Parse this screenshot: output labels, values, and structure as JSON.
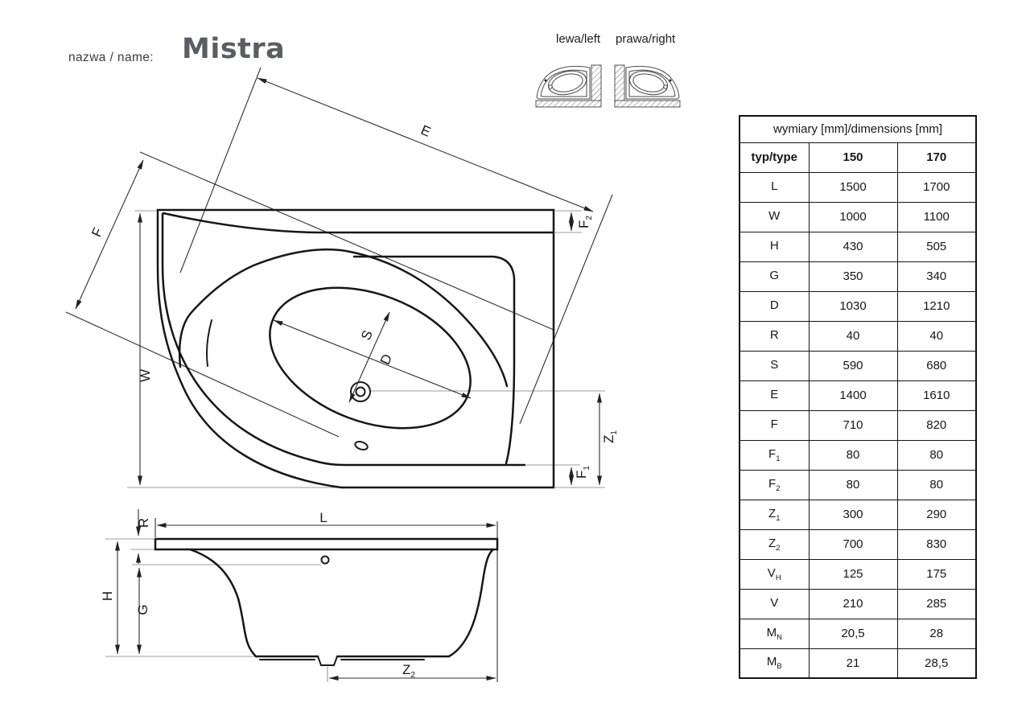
{
  "header": {
    "label": "nazwa / name:",
    "product_name": "Mistra"
  },
  "variants": {
    "left_label": "lewa/left",
    "right_label": "prawa/right"
  },
  "palette": {
    "ink": "#161616",
    "dim_line": "#2e2e2e",
    "extension_gray": "#9b9b9b",
    "title_gray": "#5a5e62",
    "hatch": "#777777",
    "background": "#ffffff"
  },
  "drawing": {
    "top_view_labels": {
      "E": "E",
      "F": "F",
      "W": "W",
      "S": "S",
      "D": "D",
      "Z1": {
        "main": "Z",
        "sub": "1"
      },
      "F1": {
        "main": "F",
        "sub": "1"
      },
      "F2": {
        "main": "F",
        "sub": "2"
      }
    },
    "side_view_labels": {
      "R": "R",
      "L": "L",
      "H": "H",
      "G": "G",
      "Z2": {
        "main": "Z",
        "sub": "2"
      }
    }
  },
  "table": {
    "title": "wymiary [mm]/dimensions [mm]",
    "columns": [
      "typ/type",
      "150",
      "170"
    ],
    "rows": [
      {
        "p": "L",
        "sub": "",
        "v150": "1500",
        "v170": "1700"
      },
      {
        "p": "W",
        "sub": "",
        "v150": "1000",
        "v170": "1100"
      },
      {
        "p": "H",
        "sub": "",
        "v150": "430",
        "v170": "505"
      },
      {
        "p": "G",
        "sub": "",
        "v150": "350",
        "v170": "340"
      },
      {
        "p": "D",
        "sub": "",
        "v150": "1030",
        "v170": "1210"
      },
      {
        "p": "R",
        "sub": "",
        "v150": "40",
        "v170": "40"
      },
      {
        "p": "S",
        "sub": "",
        "v150": "590",
        "v170": "680"
      },
      {
        "p": "E",
        "sub": "",
        "v150": "1400",
        "v170": "1610"
      },
      {
        "p": "F",
        "sub": "",
        "v150": "710",
        "v170": "820"
      },
      {
        "p": "F",
        "sub": "1",
        "v150": "80",
        "v170": "80"
      },
      {
        "p": "F",
        "sub": "2",
        "v150": "80",
        "v170": "80"
      },
      {
        "p": "Z",
        "sub": "1",
        "v150": "300",
        "v170": "290"
      },
      {
        "p": "Z",
        "sub": "2",
        "v150": "700",
        "v170": "830"
      },
      {
        "p": "V",
        "sub": "H",
        "v150": "125",
        "v170": "175"
      },
      {
        "p": "V",
        "sub": "",
        "v150": "210",
        "v170": "285"
      },
      {
        "p": "M",
        "sub": "N",
        "v150": "20,5",
        "v170": "28"
      },
      {
        "p": "M",
        "sub": "B",
        "v150": "21",
        "v170": "28,5"
      }
    ]
  }
}
